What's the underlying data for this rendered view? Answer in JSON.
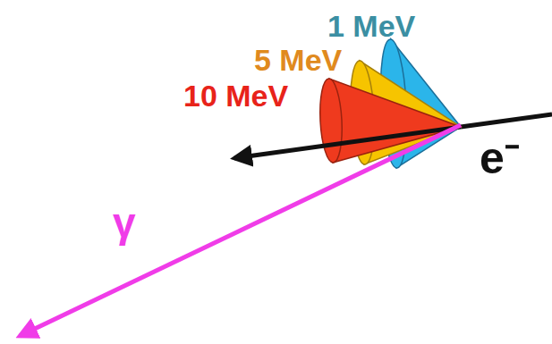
{
  "diagram": {
    "labels": [
      "1 MeV",
      "5 MeV",
      "10 MeV",
      "e⁻",
      "γ"
    ]
  }
}
